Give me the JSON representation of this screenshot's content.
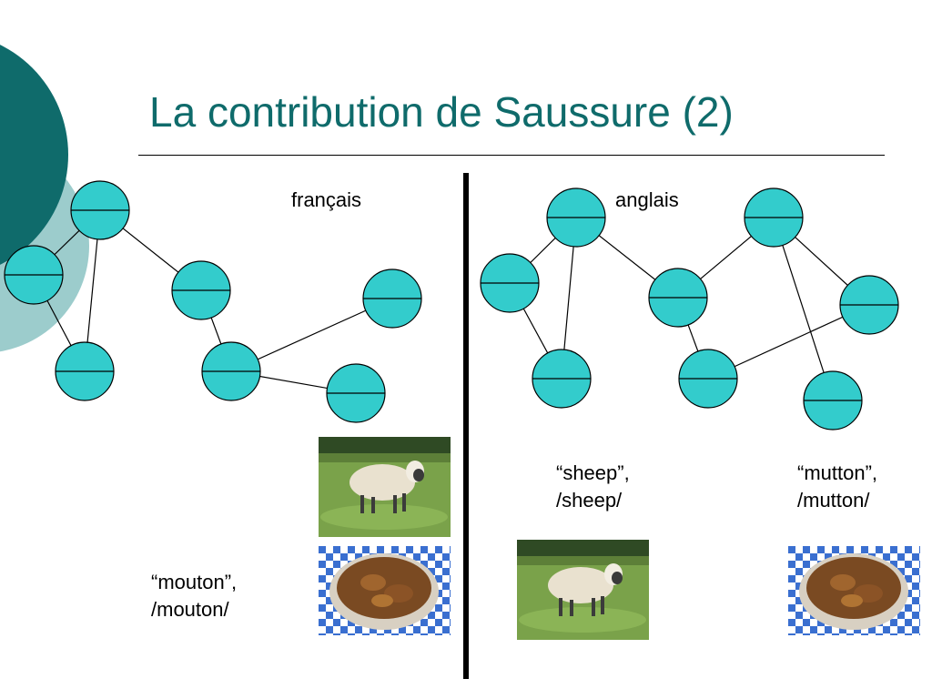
{
  "slide": {
    "title": "La contribution de Saussure (2)",
    "accent_color": "#0f6b6b",
    "node_color": "#33cccc"
  },
  "french": {
    "language_label": "français",
    "words": [
      {
        "quote": "“mouton”,",
        "phonetic": "/mouton/"
      }
    ]
  },
  "english": {
    "language_label": "anglais",
    "words": [
      {
        "quote": "“sheep”,",
        "phonetic": "/sheep/"
      },
      {
        "quote": "“mutton”,",
        "phonetic": "/mutton/"
      }
    ]
  },
  "images": [
    {
      "icon": "sheep-photo"
    },
    {
      "icon": "stew-bowl-photo"
    }
  ]
}
